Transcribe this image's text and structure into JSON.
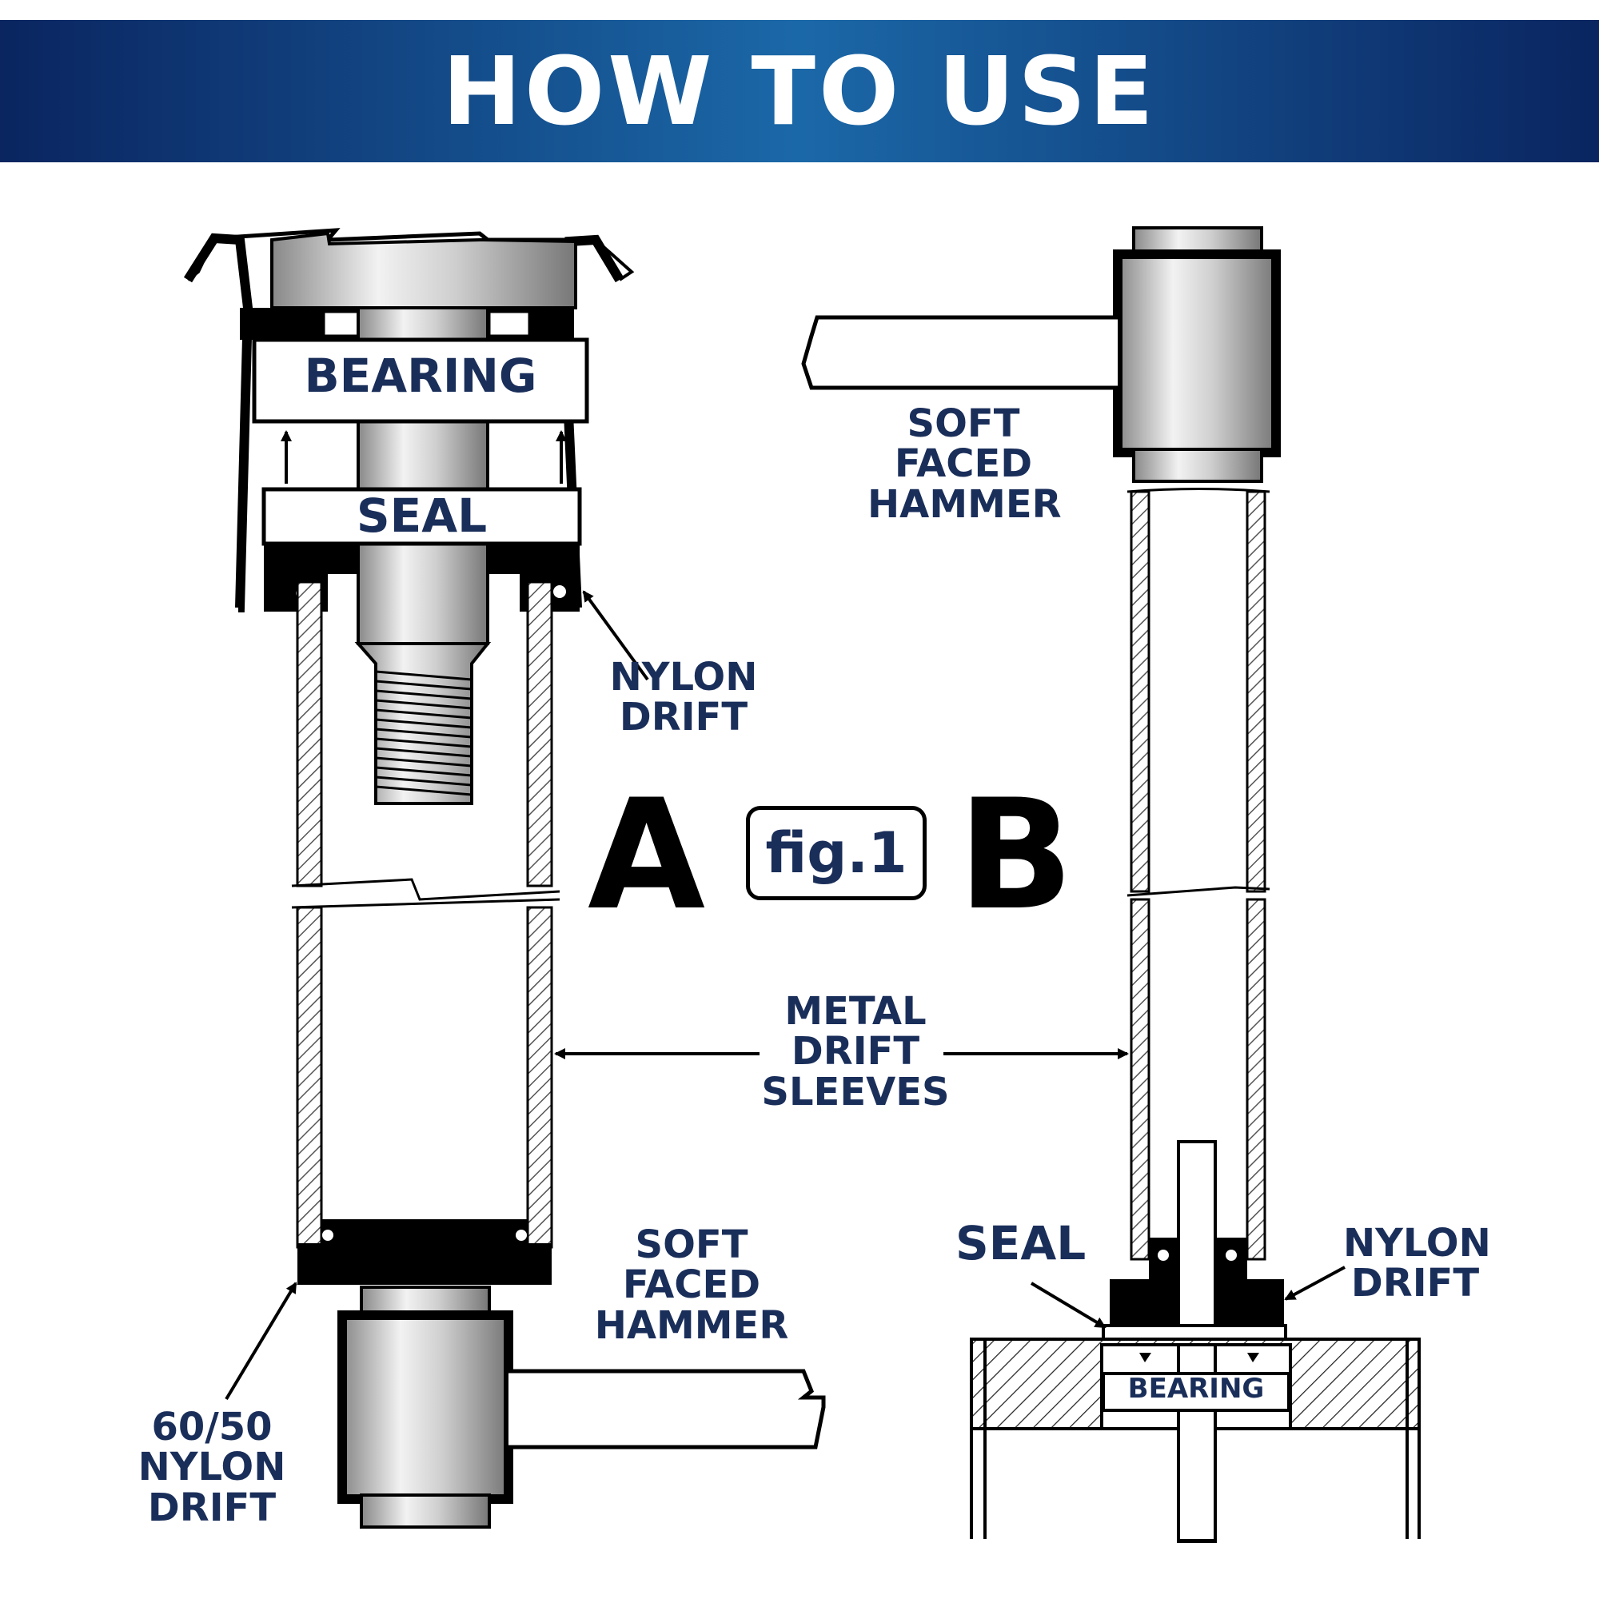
{
  "header": {
    "title": "HOW TO USE"
  },
  "figure": {
    "label": "fig.1",
    "panel_a": "A",
    "panel_b": "B"
  },
  "panel_a": {
    "bearing": "BEARING",
    "seal": "SEAL",
    "nylon_drift": "NYLON\nDRIFT",
    "soft_faced_hammer": "SOFT\nFACED\nHAMMER",
    "nylon_drift_size": "60/50\nNYLON\nDRIFT"
  },
  "panel_b": {
    "soft_faced_hammer": "SOFT\nFACED\nHAMMER",
    "seal": "SEAL",
    "nylon_drift": "NYLON\nDRIFT",
    "bearing": "BEARING"
  },
  "shared": {
    "metal_drift_sleeves": "METAL\nDRIFT\nSLEEVES"
  },
  "colors": {
    "banner_dark": "#0a2560",
    "banner_light": "#1b68a8",
    "label_text": "#1a2e5a"
  }
}
